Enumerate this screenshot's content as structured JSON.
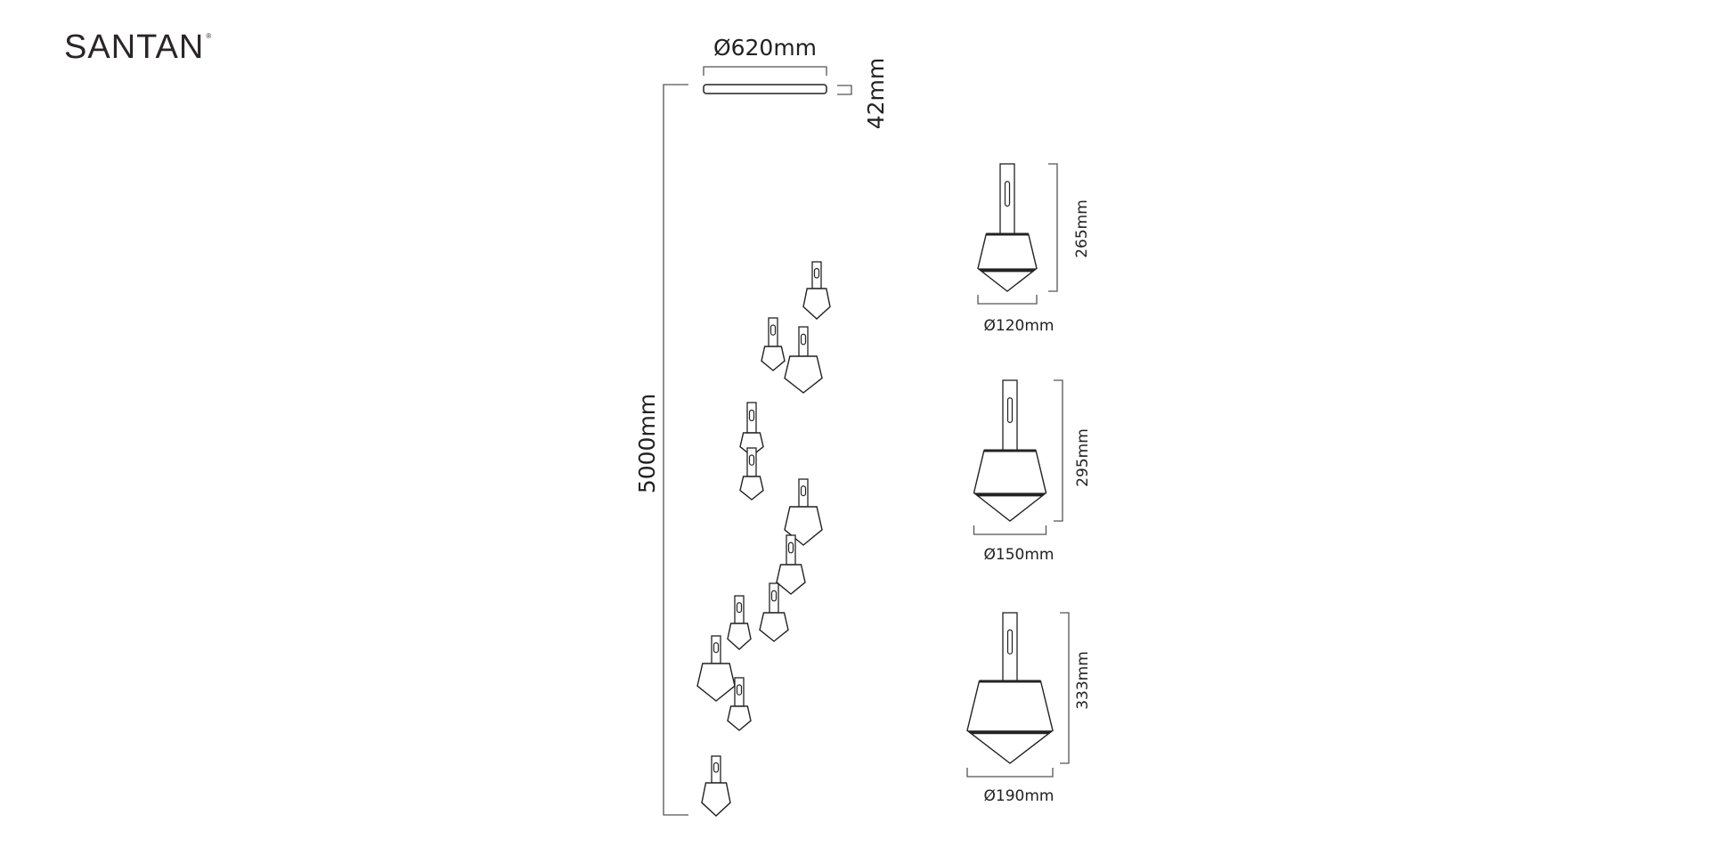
{
  "brand": {
    "name": "SANTAN",
    "mark": "®"
  },
  "main_drawing": {
    "canopy_diameter": "Ø620mm",
    "canopy_height": "42mm",
    "overall_drop": "5000mm"
  },
  "details": [
    {
      "height": "265mm",
      "diameter": "Ø120mm"
    },
    {
      "height": "295mm",
      "diameter": "Ø150mm"
    },
    {
      "height": "333mm",
      "diameter": "Ø190mm"
    }
  ],
  "colors": {
    "line": "#222222",
    "dim_line": "#555555"
  }
}
